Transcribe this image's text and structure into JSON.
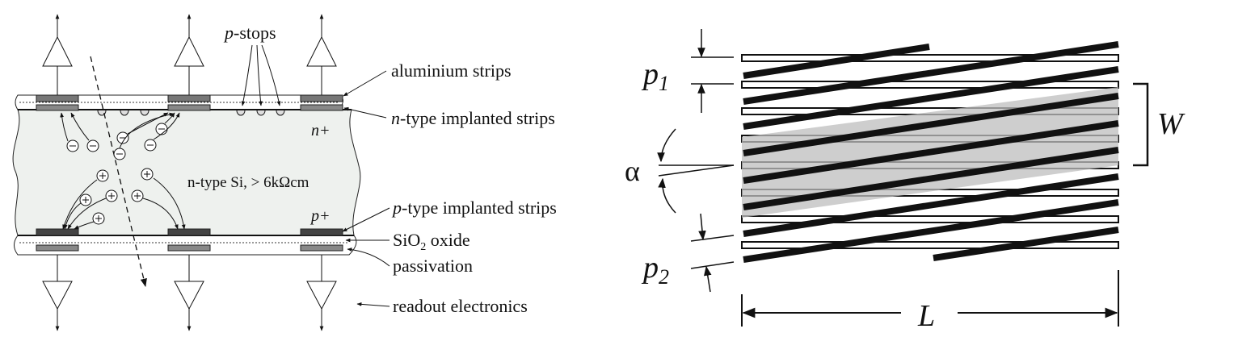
{
  "left_diagram": {
    "labels": {
      "p_stops_prefix": "p",
      "p_stops_suffix": "-stops",
      "aluminium_strips": "aluminium strips",
      "n_type_prefix": "n",
      "n_type_suffix": "-type implanted strips",
      "n_plus": "n+",
      "bulk": "n-type Si, > 6kΩcm",
      "p_plus": "p+",
      "p_type_prefix": "p",
      "p_type_suffix": "-type implanted strips",
      "sio2_pre": "SiO",
      "sio2_sub": "2",
      "sio2_post": " oxide",
      "passivation": "passivation",
      "readout": "readout electronics"
    },
    "charges": {
      "electron_symbol": "⊖",
      "hole_symbol": "⊕"
    }
  },
  "right_diagram": {
    "labels": {
      "p1_base": "p",
      "p1_sub": "1",
      "p2_base": "p",
      "p2_sub": "2",
      "W": "W",
      "alpha": "α",
      "L": "L"
    }
  }
}
